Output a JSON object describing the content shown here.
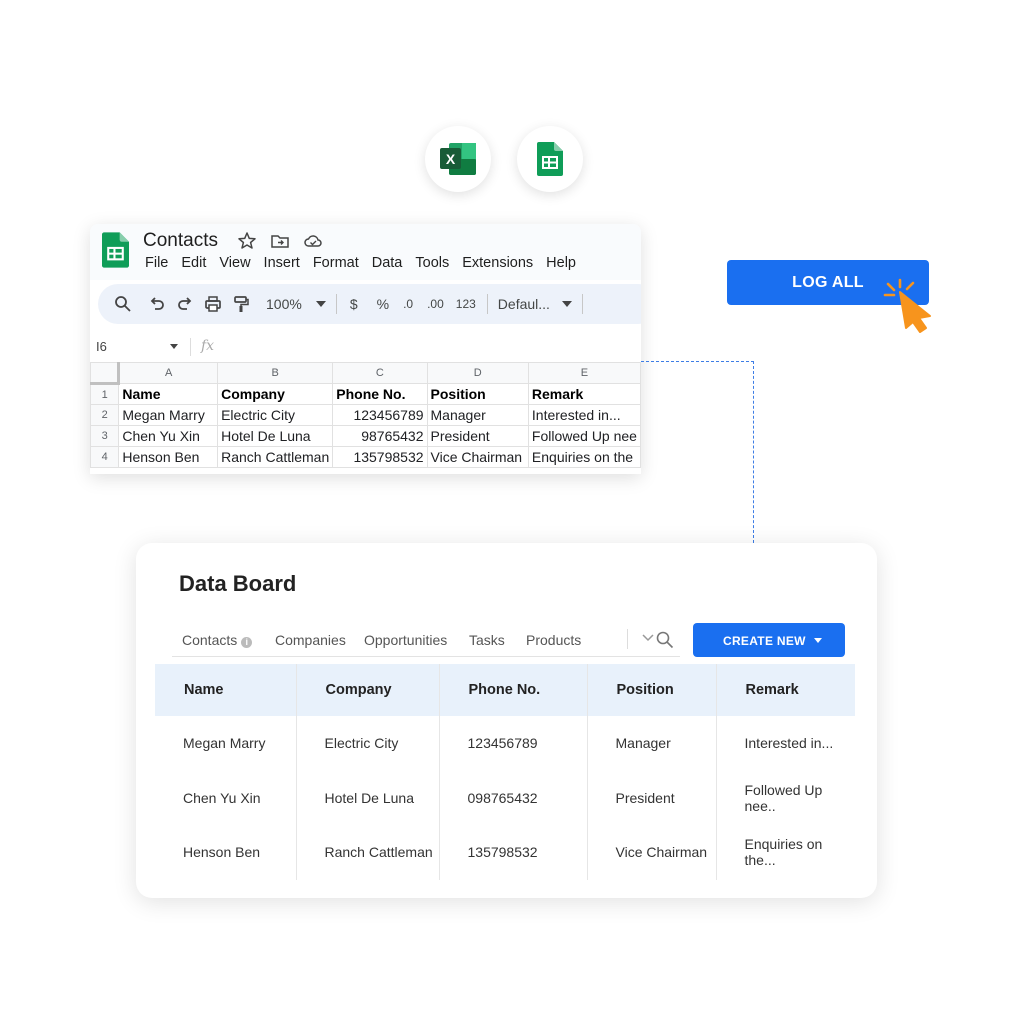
{
  "sheet": {
    "doc_title": "Contacts",
    "menu": [
      "File",
      "Edit",
      "View",
      "Insert",
      "Format",
      "Data",
      "Tools",
      "Extensions",
      "Help"
    ],
    "toolbar": {
      "zoom": "100%",
      "currency": "$",
      "percent": "%",
      "decrease_decimal": ".0",
      "increase_decimal": ".00",
      "number_format": "123",
      "font": "Defaul..."
    },
    "cell_ref": "I6",
    "fx": "fx",
    "columns": [
      "A",
      "B",
      "C",
      "D",
      "E"
    ],
    "rows": [
      {
        "num": "1",
        "cells": [
          "Name",
          "Company",
          "Phone No.",
          "Position",
          "Remark"
        ]
      },
      {
        "num": "2",
        "cells": [
          "Megan Marry",
          "Electric City",
          "123456789",
          "Manager",
          "Interested in..."
        ]
      },
      {
        "num": "3",
        "cells": [
          "Chen Yu Xin",
          "Hotel De Luna",
          "98765432",
          "President",
          "Followed Up nee"
        ]
      },
      {
        "num": "4",
        "cells": [
          "Henson Ben",
          "Ranch Cattleman",
          "135798532",
          "Vice Chairman",
          "Enquiries on the"
        ]
      }
    ]
  },
  "log_all": {
    "label": "LOG ALL"
  },
  "board": {
    "title": "Data Board",
    "tabs": [
      "Contacts",
      "Companies",
      "Opportunities",
      "Tasks",
      "Products"
    ],
    "info_badge": "i",
    "create_label": "CREATE NEW",
    "headers": [
      "Name",
      "Company",
      "Phone No.",
      "Position",
      "Remark"
    ],
    "rows": [
      [
        "Megan Marry",
        "Electric City",
        "123456789",
        "Manager",
        "Interested in..."
      ],
      [
        "Chen Yu Xin",
        "Hotel De Luna",
        "098765432",
        "President",
        "Followed Up nee.."
      ],
      [
        "Henson Ben",
        "Ranch Cattleman",
        "135798532",
        "Vice Chairman",
        "Enquiries on the..."
      ]
    ]
  },
  "colors": {
    "primary_blue": "#1a6ff0",
    "sheets_green": "#0f9d58",
    "excel_green": "#107c41",
    "cursor_orange": "#f7941d",
    "board_header_bg": "#e8f1fb"
  }
}
